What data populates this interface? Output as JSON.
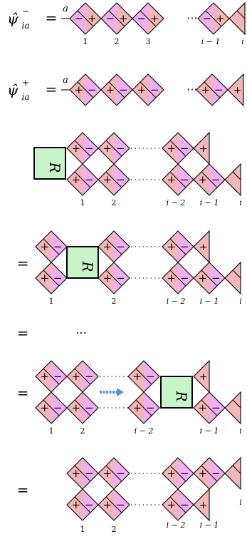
{
  "colors": {
    "pink": "#f4b6b6",
    "magenta": "#f0b0f0",
    "r_box": "#c8f5c8",
    "r_border": "#1f6d1f",
    "stroke": "#000000",
    "arrow": "#5b8fd6"
  },
  "row1": {
    "lhs_psi": "ψ̂",
    "lhs_sub": "ia",
    "lhs_sup": "−",
    "equals": "=",
    "a_label": "a",
    "dots": "⋯",
    "labels": [
      "1",
      "2",
      "3",
      "i − 1",
      "i"
    ]
  },
  "row2": {
    "lhs_psi": "ψ̂",
    "lhs_sub": "ia",
    "lhs_sup": "+",
    "equals": "=",
    "a_label": "a",
    "dots": "⋯"
  },
  "row3": {
    "r_label": "R",
    "dots": "⋯",
    "labels": [
      "1",
      "2",
      "i − 2",
      "i − 1",
      "i"
    ]
  },
  "row4": {
    "equals": "=",
    "r_label": "R",
    "dots": "⋯",
    "labels": [
      "1",
      "2",
      "i − 2",
      "i − 1",
      "i"
    ]
  },
  "row5": {
    "equals": "=",
    "dots": "⋯"
  },
  "row6": {
    "equals": "=",
    "r_label": "R",
    "dots": "⋯",
    "labels": [
      "1",
      "2",
      "i − 2",
      "i − 1",
      "i"
    ]
  },
  "row7": {
    "equals": "=",
    "dots": "⋯",
    "labels": [
      "1",
      "2",
      "i − 2",
      "i − 1",
      "i"
    ]
  },
  "signs": {
    "plus": "+",
    "minus": "−"
  }
}
